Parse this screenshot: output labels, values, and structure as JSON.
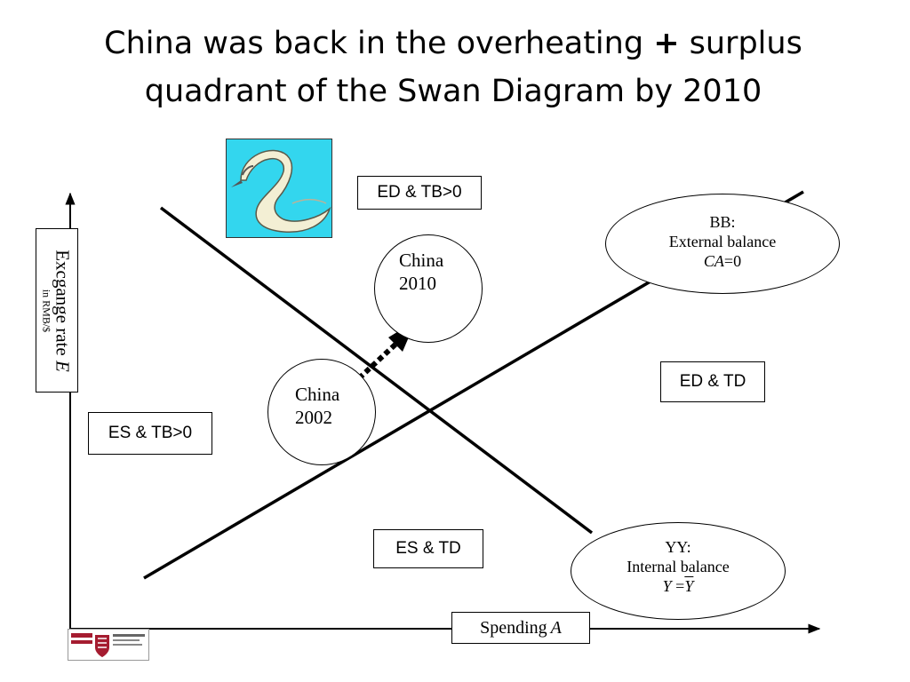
{
  "title": {
    "line1_part1": "China was back in the overheating ",
    "line1_plus": "+",
    "line1_part2": " surplus",
    "line2": "quadrant of the Swan Diagram by 2010"
  },
  "axes": {
    "y_label_main": "Excgange rate ",
    "y_label_var": "E",
    "y_label_unit": "in RMB/$",
    "x_label_main": "Spending ",
    "x_label_var": "A"
  },
  "quadrants": {
    "top": "ED & TB>0",
    "right": "ED & TD",
    "left": "ES & TB>0",
    "bottom": "ES & TD"
  },
  "curves": {
    "bb": {
      "line1": "BB:",
      "line2": "External balance",
      "line3_var": "CA",
      "line3_rest": "=0"
    },
    "yy": {
      "line1": "YY:",
      "line2": "Internal balance",
      "line3_var": "Y",
      "line3_eq": " =",
      "line3_bar": "Y"
    }
  },
  "points": {
    "china2002": {
      "line1": "China",
      "line2": "2002"
    },
    "china2010": {
      "line1": "China",
      "line2": "2010"
    }
  },
  "logo": {
    "left_text": "HARVARD UNIVERSITY",
    "right_text": "JOHN F. KENNEDY SCHOOL OF GOVERNMENT"
  },
  "colors": {
    "swan_background": "#33d6ee",
    "line": "#000000",
    "harvard_crimson": "#a51c30"
  }
}
